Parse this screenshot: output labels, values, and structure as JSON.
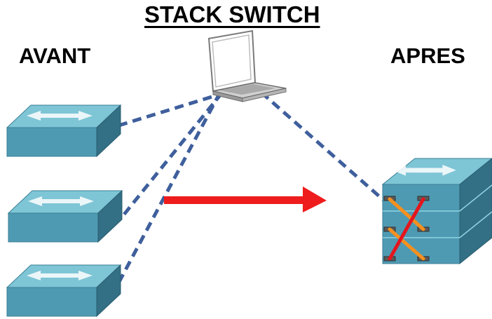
{
  "title": "STACK SWITCH",
  "before_label": "AVANT",
  "after_label": "APRES",
  "colors": {
    "switch_top": "#7ec5d6",
    "switch_front": "#4f9ab3",
    "switch_side": "#336f85",
    "link_dashed": "#3f5f9c",
    "arrow": "#ee1c1c",
    "cross_orange": "#f5901e",
    "cross_red": "#e3161e",
    "port_gray": "#5a5a5a"
  },
  "icons": {
    "laptop": "laptop-icon",
    "switch": "network-switch-icon",
    "stacked_switch": "stacked-switch-icon"
  }
}
